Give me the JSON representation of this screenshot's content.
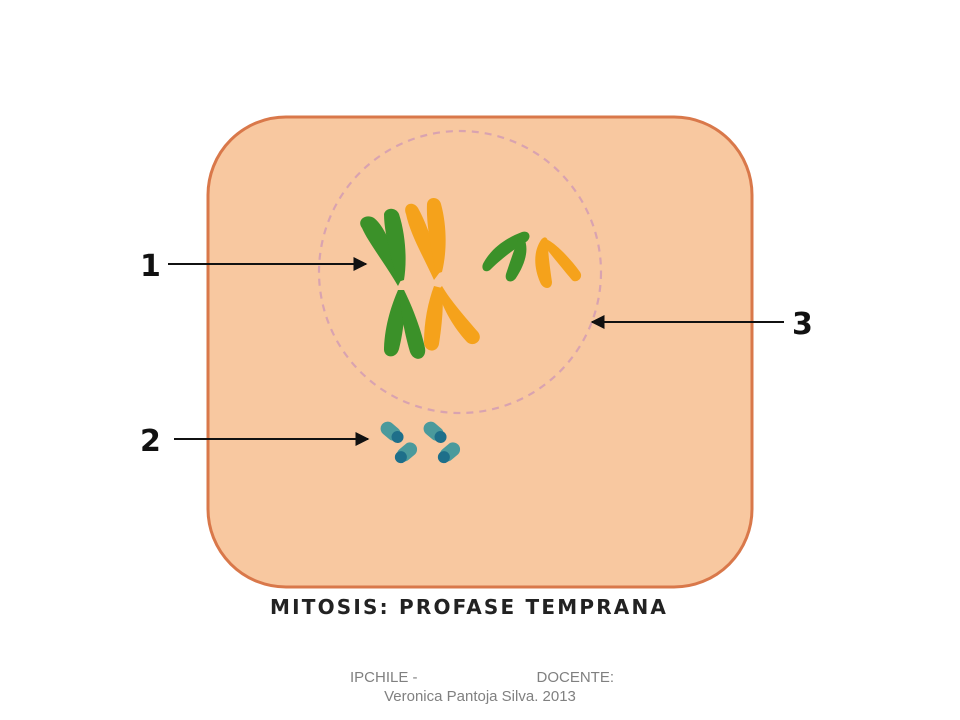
{
  "diagram": {
    "caption": "MITOSIS: PROFASE TEMPRANA",
    "labels": {
      "one": "1",
      "two": "2",
      "three": "3"
    },
    "colors": {
      "cell_fill": "#f8c8a0",
      "cell_border": "#d9784a",
      "nucleus_outline": "#d9a3b0",
      "chromosome_green": "#3b9129",
      "chromosome_orange": "#f5a21b",
      "centrosome": "#4a9a9c",
      "centrosome_end": "#1e6f8a",
      "arrow": "#111111"
    }
  },
  "footer": {
    "left": "IPCHILE -",
    "right": "DOCENTE:",
    "line2": "Veronica Pantoja Silva. 2013"
  }
}
